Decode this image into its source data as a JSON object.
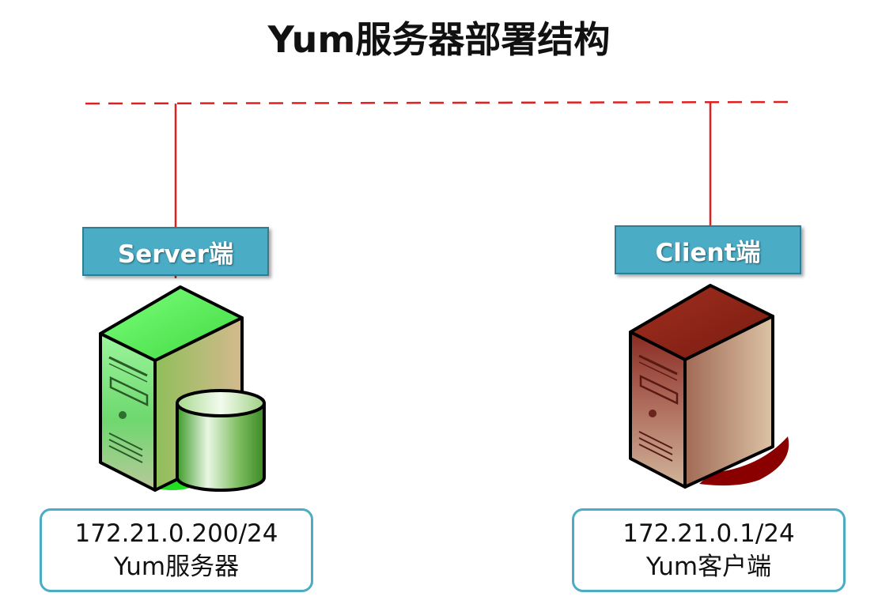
{
  "title": "Yum服务器部署结构",
  "server": {
    "label": "Server端",
    "ip": "172.21.0.200/24",
    "name": "Yum服务器"
  },
  "client": {
    "label": "Client端",
    "ip": "172.21.0.1/24",
    "name": "Yum客户端"
  },
  "colors": {
    "network_line": "#e02020",
    "label_fill": "#4bacc6",
    "box_border": "#4bacc6",
    "server_tower": "#5ad65a",
    "client_tower": "#a0403a"
  },
  "icons": [
    "server-tower-icon",
    "database-icon",
    "client-tower-icon"
  ]
}
